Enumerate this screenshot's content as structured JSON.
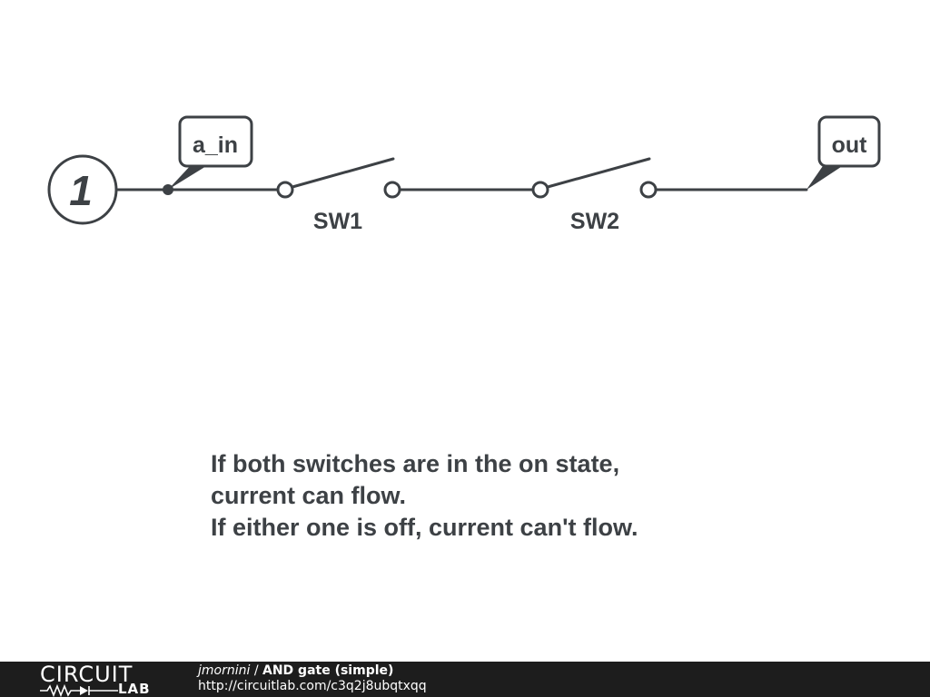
{
  "circuit": {
    "source_label": "1",
    "switches": [
      {
        "name": "SW1",
        "state": "open"
      },
      {
        "name": "SW2",
        "state": "open"
      }
    ],
    "net_labels": {
      "input": "a_in",
      "output": "out"
    }
  },
  "note": {
    "lines": [
      "If both switches are in the on state,",
      "current can flow.",
      "If either one is off, current can't flow."
    ]
  },
  "footer": {
    "logo_top": "CIRCUIT",
    "logo_bottom": "LAB",
    "author": "jmornini",
    "separator": " / ",
    "title": "AND gate (simple)",
    "url": "http://circuitlab.com/c3q2j8ubqtxqq"
  },
  "colors": {
    "ink": "#3d4145",
    "footer_bg": "#1d1d1d",
    "background": "#ffffff"
  }
}
